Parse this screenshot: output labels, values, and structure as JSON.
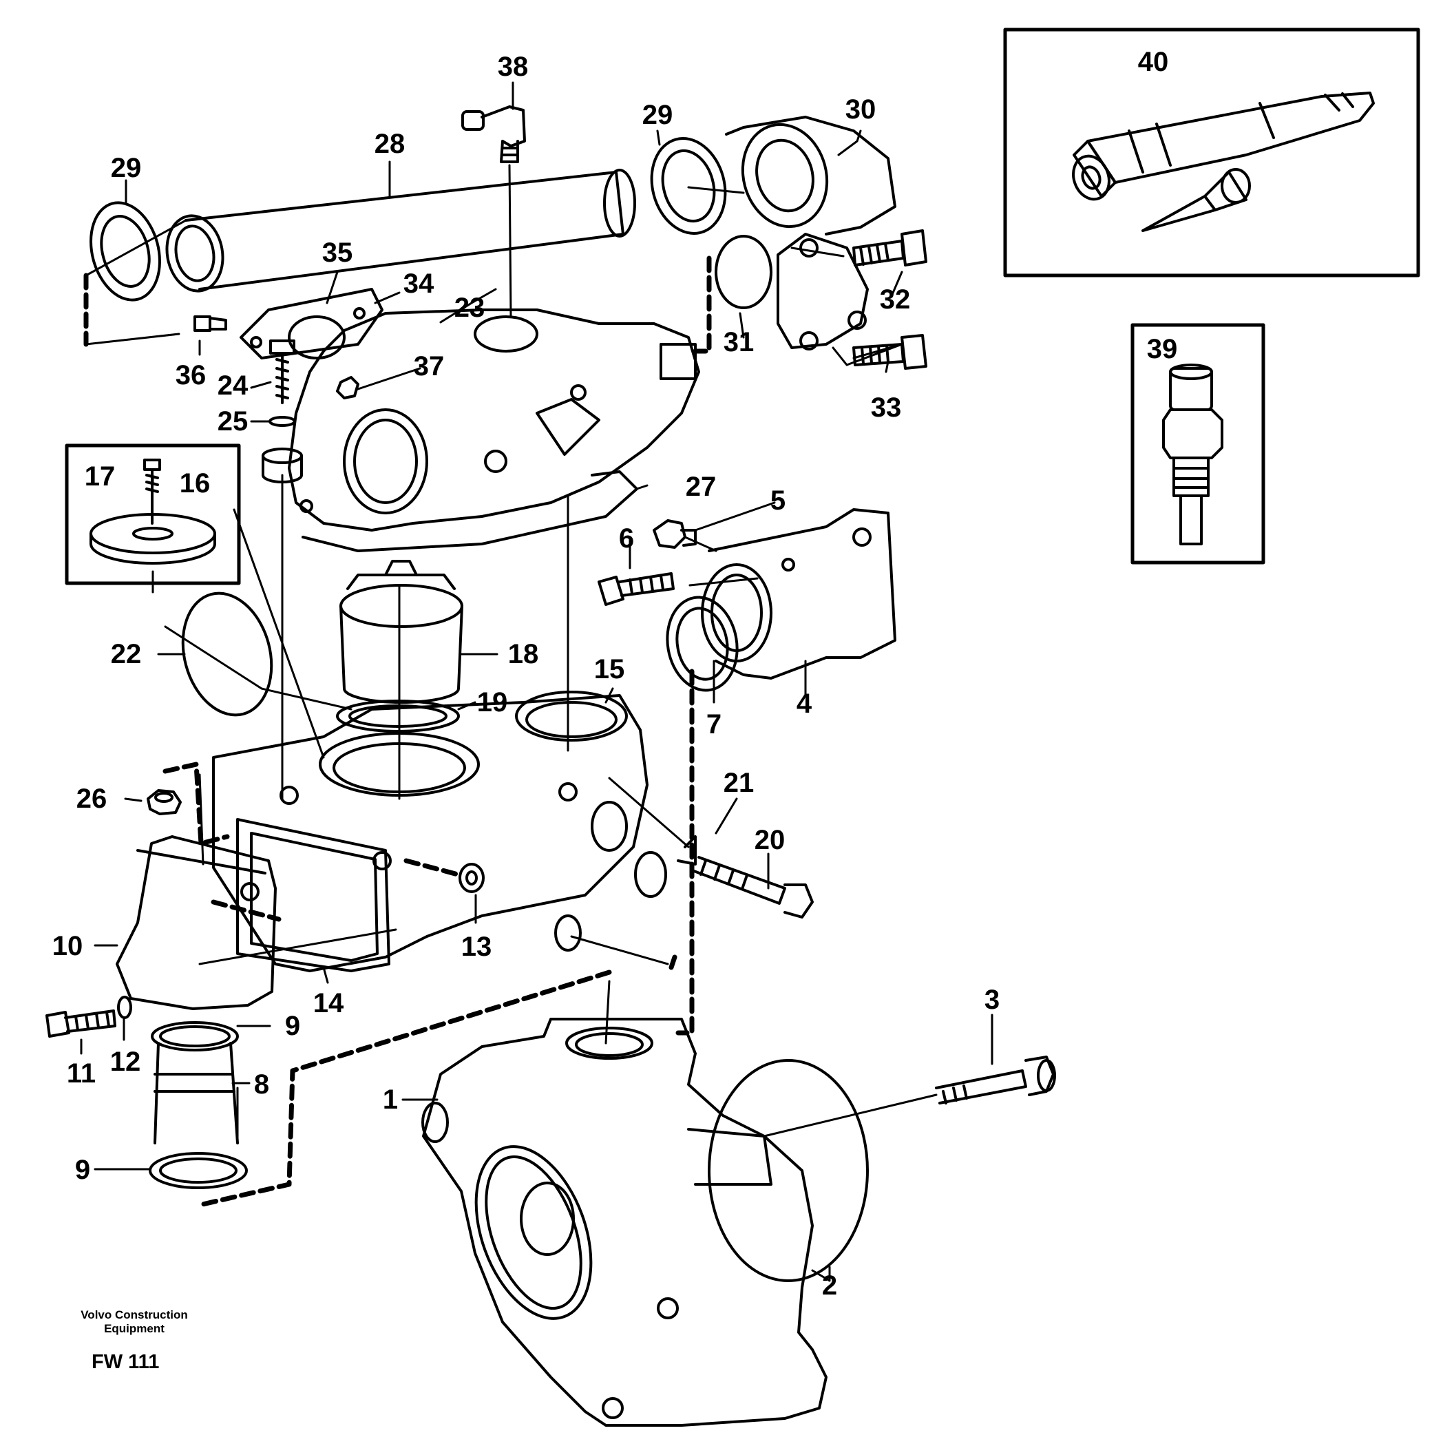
{
  "parts": {
    "p1": "1",
    "p2": "2",
    "p3": "3",
    "p4": "4",
    "p5": "5",
    "p6": "6",
    "p7": "7",
    "p8": "8",
    "p9": "9",
    "p10": "10",
    "p11": "11",
    "p12": "12",
    "p13": "13",
    "p14": "14",
    "p15": "15",
    "p16": "16",
    "p17": "17",
    "p18": "18",
    "p19": "19",
    "p20": "20",
    "p21": "21",
    "p22": "22",
    "p23": "23",
    "p24": "24",
    "p25": "25",
    "p26": "26",
    "p27": "27",
    "p28": "28",
    "p29": "29",
    "p30": "30",
    "p31": "31",
    "p32": "32",
    "p33": "33",
    "p34": "34",
    "p35": "35",
    "p36": "36",
    "p37": "37",
    "p38": "38",
    "p39": "39",
    "p40": "40"
  },
  "footer": {
    "brand_line1": "Volvo Construction",
    "brand_line2": "Equipment",
    "code": "FW 111"
  },
  "colors": {
    "ink": "#000000",
    "paper": "#ffffff"
  }
}
